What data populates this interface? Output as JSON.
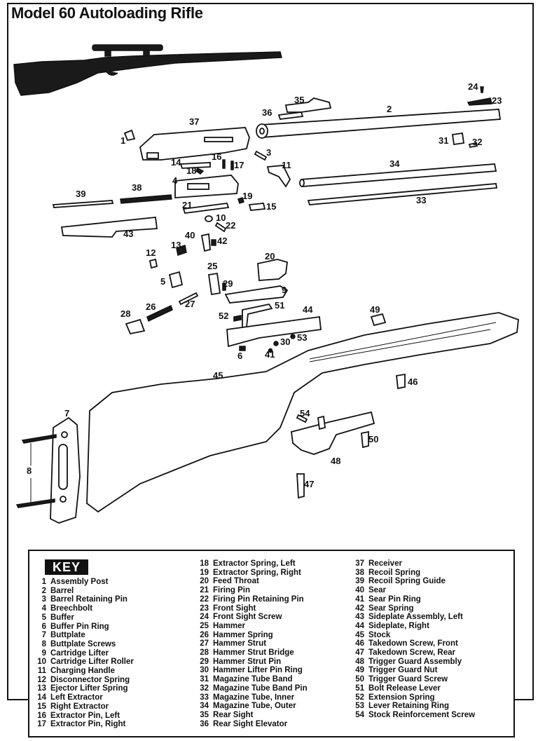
{
  "title": "Model 60 Autoloading Rifle",
  "callouts": [
    {
      "id": "1",
      "label": "1"
    },
    {
      "id": "2",
      "label": "2"
    },
    {
      "id": "3",
      "label": "3"
    },
    {
      "id": "4",
      "label": "4"
    },
    {
      "id": "5",
      "label": "5"
    },
    {
      "id": "6",
      "label": "6"
    },
    {
      "id": "7",
      "label": "7"
    },
    {
      "id": "8",
      "label": "8"
    },
    {
      "id": "9",
      "label": "9"
    },
    {
      "id": "10",
      "label": "10"
    },
    {
      "id": "11",
      "label": "11"
    },
    {
      "id": "12",
      "label": "12"
    },
    {
      "id": "13",
      "label": "13"
    },
    {
      "id": "14",
      "label": "14"
    },
    {
      "id": "15",
      "label": "15"
    },
    {
      "id": "16",
      "label": "16"
    },
    {
      "id": "17",
      "label": "17"
    },
    {
      "id": "18",
      "label": "18"
    },
    {
      "id": "19",
      "label": "19"
    },
    {
      "id": "20",
      "label": "20"
    },
    {
      "id": "21",
      "label": "21"
    },
    {
      "id": "22",
      "label": "22"
    },
    {
      "id": "23",
      "label": "23"
    },
    {
      "id": "24",
      "label": "24"
    },
    {
      "id": "25",
      "label": "25"
    },
    {
      "id": "26",
      "label": "26"
    },
    {
      "id": "27",
      "label": "27"
    },
    {
      "id": "28",
      "label": "28"
    },
    {
      "id": "29",
      "label": "29"
    },
    {
      "id": "30",
      "label": "30"
    },
    {
      "id": "31",
      "label": "31"
    },
    {
      "id": "32",
      "label": "32"
    },
    {
      "id": "33",
      "label": "33"
    },
    {
      "id": "34",
      "label": "34"
    },
    {
      "id": "35",
      "label": "35"
    },
    {
      "id": "36",
      "label": "36"
    },
    {
      "id": "37",
      "label": "37"
    },
    {
      "id": "38",
      "label": "38"
    },
    {
      "id": "39",
      "label": "39"
    },
    {
      "id": "40",
      "label": "40"
    },
    {
      "id": "41",
      "label": "41"
    },
    {
      "id": "42",
      "label": "42"
    },
    {
      "id": "43",
      "label": "43"
    },
    {
      "id": "44",
      "label": "44"
    },
    {
      "id": "45",
      "label": "45"
    },
    {
      "id": "46",
      "label": "46"
    },
    {
      "id": "47",
      "label": "47"
    },
    {
      "id": "48",
      "label": "48"
    },
    {
      "id": "49",
      "label": "49"
    },
    {
      "id": "50",
      "label": "50"
    },
    {
      "id": "51",
      "label": "51"
    },
    {
      "id": "52",
      "label": "52"
    },
    {
      "id": "53",
      "label": "53"
    },
    {
      "id": "54",
      "label": "54"
    }
  ],
  "key": {
    "heading": "KEY",
    "items": [
      {
        "num": "1",
        "name": "Assembly Post"
      },
      {
        "num": "2",
        "name": "Barrel"
      },
      {
        "num": "3",
        "name": "Barrel Retaining Pin"
      },
      {
        "num": "4",
        "name": "Breechbolt"
      },
      {
        "num": "5",
        "name": "Buffer"
      },
      {
        "num": "6",
        "name": "Buffer Pin Ring"
      },
      {
        "num": "7",
        "name": "Buttplate"
      },
      {
        "num": "8",
        "name": "Buttplate Screws"
      },
      {
        "num": "9",
        "name": "Cartridge Lifter"
      },
      {
        "num": "10",
        "name": "Cartridge Lifter Roller"
      },
      {
        "num": "11",
        "name": "Charging Handle"
      },
      {
        "num": "12",
        "name": "Disconnector Spring"
      },
      {
        "num": "13",
        "name": "Ejector Lifter Spring"
      },
      {
        "num": "14",
        "name": "Left Extractor"
      },
      {
        "num": "15",
        "name": "Right Extractor"
      },
      {
        "num": "16",
        "name": "Extractor Pin, Left"
      },
      {
        "num": "17",
        "name": "Extractor Pin, Right"
      },
      {
        "num": "18",
        "name": "Extractor Spring, Left"
      },
      {
        "num": "19",
        "name": "Extractor Spring, Right"
      },
      {
        "num": "20",
        "name": "Feed Throat"
      },
      {
        "num": "21",
        "name": "Firing Pin"
      },
      {
        "num": "22",
        "name": "Firing Pin Retaining Pin"
      },
      {
        "num": "23",
        "name": "Front Sight"
      },
      {
        "num": "24",
        "name": "Front Sight Screw"
      },
      {
        "num": "25",
        "name": "Hammer"
      },
      {
        "num": "26",
        "name": "Hammer Spring"
      },
      {
        "num": "27",
        "name": "Hammer Strut"
      },
      {
        "num": "28",
        "name": "Hammer Strut Bridge"
      },
      {
        "num": "29",
        "name": "Hammer Strut Pin"
      },
      {
        "num": "30",
        "name": "Hammer Lifter Pin Ring"
      },
      {
        "num": "31",
        "name": "Magazine Tube Band"
      },
      {
        "num": "32",
        "name": "Magazine Tube Band Pin"
      },
      {
        "num": "33",
        "name": "Magazine Tube, Inner"
      },
      {
        "num": "34",
        "name": "Magazine Tube, Outer"
      },
      {
        "num": "35",
        "name": "Rear Sight"
      },
      {
        "num": "36",
        "name": "Rear Sight Elevator"
      },
      {
        "num": "37",
        "name": "Receiver"
      },
      {
        "num": "38",
        "name": "Recoil Spring"
      },
      {
        "num": "39",
        "name": "Recoil Spring Guide"
      },
      {
        "num": "40",
        "name": "Sear"
      },
      {
        "num": "41",
        "name": "Sear Pin Ring"
      },
      {
        "num": "42",
        "name": "Sear Spring"
      },
      {
        "num": "43",
        "name": "Sideplate Assembly, Left"
      },
      {
        "num": "44",
        "name": "Sideplate, Right"
      },
      {
        "num": "45",
        "name": "Stock"
      },
      {
        "num": "46",
        "name": "Takedown Screw, Front"
      },
      {
        "num": "47",
        "name": "Takedown Screw, Rear"
      },
      {
        "num": "48",
        "name": "Trigger Guard Assembly"
      },
      {
        "num": "49",
        "name": "Trigger Guard Nut"
      },
      {
        "num": "50",
        "name": "Trigger Guard Screw"
      },
      {
        "num": "51",
        "name": "Bolt Release Lever"
      },
      {
        "num": "52",
        "name": "Extension Spring"
      },
      {
        "num": "53",
        "name": "Lever Retaining Ring"
      },
      {
        "num": "54",
        "name": "Stock Reinforcement Screw"
      }
    ]
  }
}
